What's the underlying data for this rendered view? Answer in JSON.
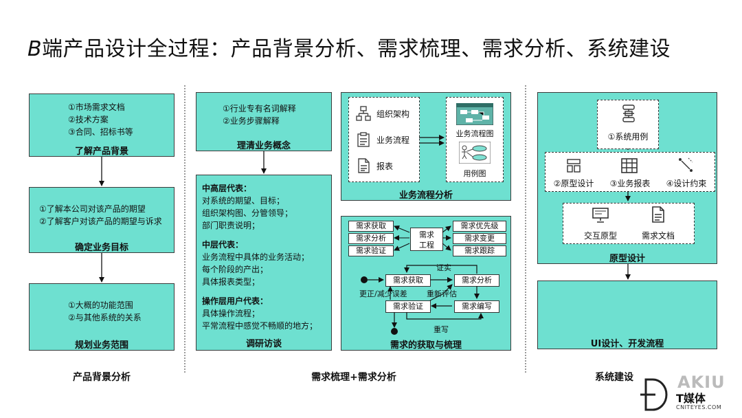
{
  "title": {
    "prefix": "B",
    "rest": "端产品设计全过程：产品背景分析、需求梳理、需求分析、系统建设"
  },
  "col1": {
    "box1": {
      "lines": [
        "①市场需求文档",
        "②技术方案",
        "③合同、招标书等"
      ],
      "title": "了解产品背景"
    },
    "box2": {
      "lines": [
        "①了解本公司对该产品的期望",
        "②了解客户对该产品的期望与诉求"
      ],
      "title": "确定业务目标"
    },
    "box3": {
      "lines": [
        "①大概的功能范围",
        "②与其他系统的关系"
      ],
      "title": "规划业务范围"
    },
    "section": "产品背景分析"
  },
  "col2": {
    "box1": {
      "lines": [
        "①行业专有名词解释",
        "②业务步骤解释"
      ],
      "title": "理清业务概念"
    },
    "box2": {
      "groups": [
        {
          "head": "中高层代表：",
          "items": [
            "对系统的期望、目标；",
            "组织架构图、分管领导；",
            "部门职责说明；"
          ]
        },
        {
          "head": "中层代表：",
          "items": [
            "业务流程中具体的业务活动；",
            "每个阶段的产出；",
            "具体报表类型；"
          ]
        },
        {
          "head": "操作层用户代表：",
          "items": [
            "具体操作流程；",
            "平常流程中感觉不畅顺的地方；"
          ]
        }
      ],
      "title": "调研访谈"
    },
    "section": "需求梳理+需求分析"
  },
  "col3": {
    "flowbox": {
      "left_items": [
        "组织架构",
        "业务流程",
        "报表"
      ],
      "right_items": [
        "业务流程图",
        "用例图"
      ],
      "title": "业务流程分析"
    },
    "reqbox": {
      "left": [
        "需求获取",
        "需求分析",
        "需求验证"
      ],
      "center": [
        "需求",
        "工程"
      ],
      "right": [
        "需求优先级",
        "需求变更",
        "需求跟踪"
      ],
      "flow": {
        "acquire": "需求获取",
        "analyze": "需求分析",
        "verify": "需求验证",
        "write": "需求编写",
        "confirm": "证实",
        "reduce": "更正/减少误差",
        "reeval": "重新评估",
        "rewrite": "重写"
      },
      "title": "需求的获取与梳理"
    }
  },
  "col4": {
    "protobox": {
      "usecase": "①系统用例",
      "row2": [
        "②原型设计",
        "③业务报表",
        "④设计约束"
      ],
      "row3": [
        "交互原型",
        "需求文档"
      ],
      "title": "原型设计"
    },
    "box2": {
      "title": "UI设计、开发流程"
    },
    "section": "系统建设"
  },
  "watermark": {
    "main": "AKIU",
    "brand": "T媒体",
    "sub": "CNITEYES.COM"
  },
  "colors": {
    "accent": "#6ee0d0",
    "border": "#3a3a3a",
    "divider": "#9a9a9a"
  }
}
